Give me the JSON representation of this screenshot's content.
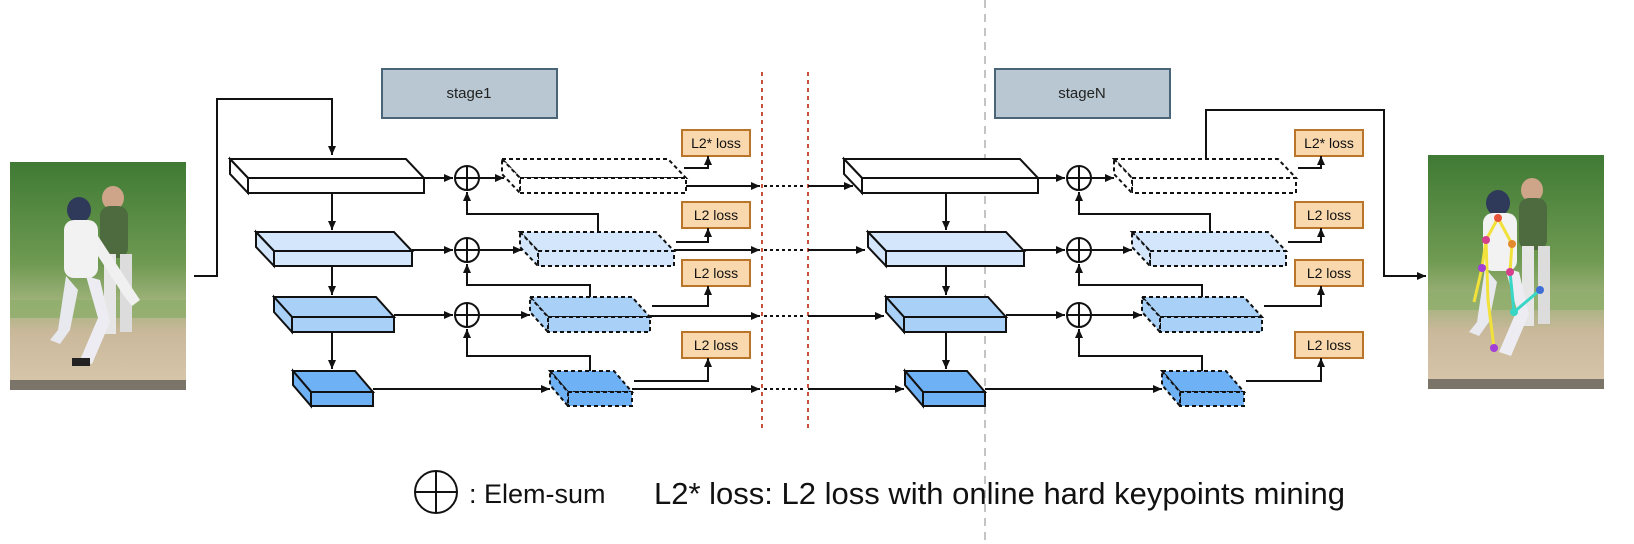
{
  "colors": {
    "stage_box_fill": "#b8c7d1",
    "stage_box_stroke": "#4a6478",
    "loss_box_fill": "#f9d8ad",
    "loss_box_stroke": "#b9762a",
    "level1_fill": "#ffffff",
    "level2_fill": "#d3e6fb",
    "level3_fill": "#a9d0f7",
    "level4_fill": "#6fb1f5",
    "separator_red": "#c9503a",
    "separator_gray": "#b0b0b0"
  },
  "stages": [
    {
      "label": "stage1"
    },
    {
      "label": "stageN"
    }
  ],
  "losses": {
    "stage1": [
      "L2* loss",
      "L2 loss",
      "L2 loss",
      "L2 loss"
    ],
    "stageN": [
      "L2* loss",
      "L2 loss",
      "L2 loss",
      "L2 loss"
    ]
  },
  "images": {
    "input": {
      "description_icon": "baseball-player-photo"
    },
    "output": {
      "description_icon": "baseball-player-keypoints-photo"
    }
  },
  "legend": {
    "elem_sum_label": ": Elem-sum",
    "l2star_definition": "L2* loss: L2 loss with online hard keypoints mining"
  }
}
